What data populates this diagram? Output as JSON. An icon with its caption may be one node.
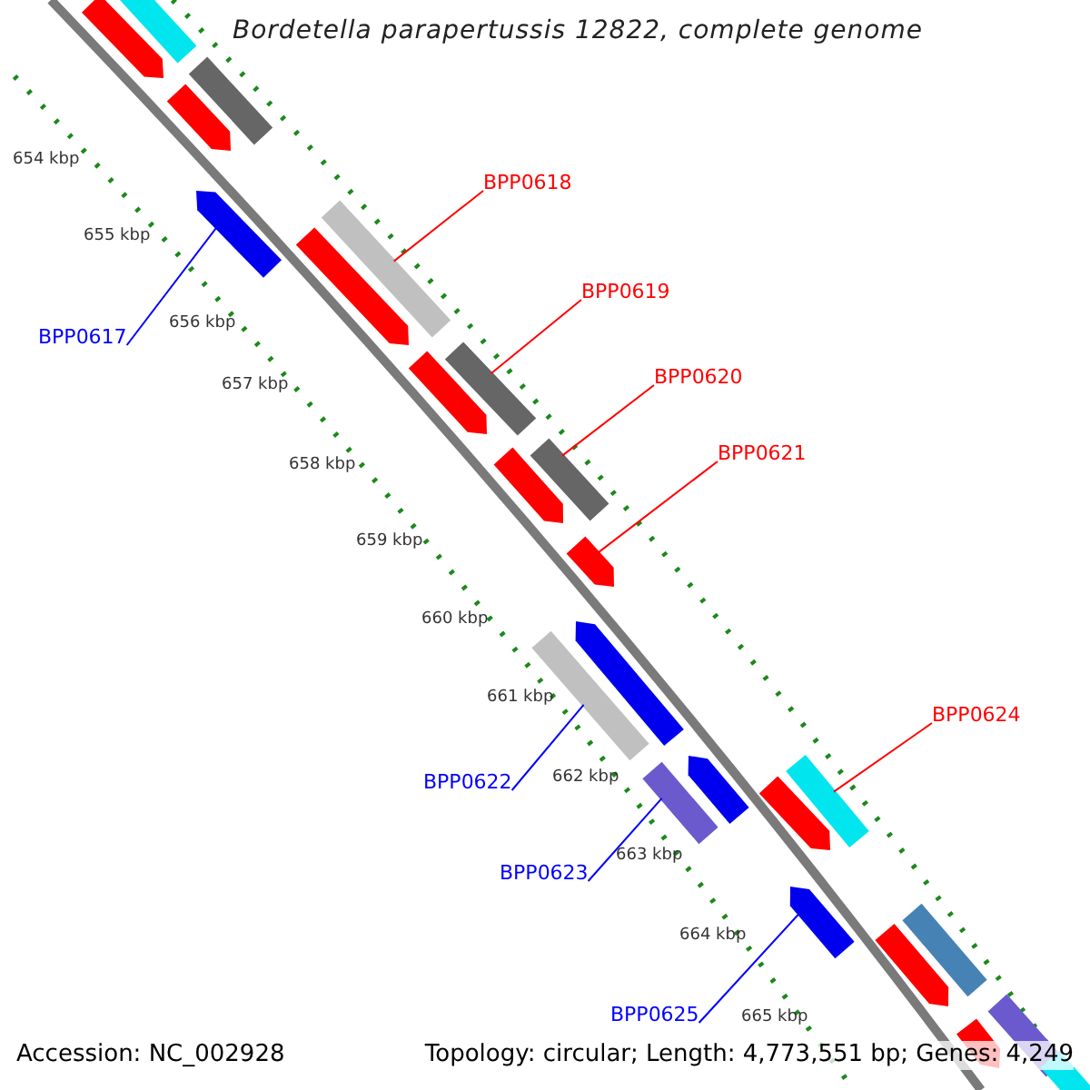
{
  "diagram": {
    "title": "Bordetella parapertussis 12822, complete genome",
    "nodes": [
      {
        "text": [
          "BPP0618"
        ]
      },
      {
        "text": [
          "BPP0619"
        ]
      },
      {
        "text": [
          "BPP0617"
        ]
      },
      {
        "text": [
          "BPP0620"
        ]
      },
      {
        "text": [
          "BPP0621"
        ]
      },
      {
        "text": [
          "BPP0624"
        ]
      },
      {
        "text": [
          "BPP0622"
        ]
      },
      {
        "text": [
          "BPP0623"
        ]
      },
      {
        "text": [
          "BPP0625"
        ]
      },
      {
        "text": [],
        "shape": "bar"
      },
      {
        "text": [],
        "shape": "bar"
      },
      {
        "text": [],
        "shape": "bar"
      },
      {
        "text": [],
        "shape": "bar"
      },
      {
        "text": [],
        "shape": "bar"
      },
      {
        "text": [],
        "shape": "bar"
      },
      {
        "text": [],
        "shape": "bar"
      },
      {
        "text": [],
        "shape": "bar"
      },
      {
        "text": [],
        "shape": "bar"
      },
      {
        "text": [],
        "shape": "bar"
      },
      {
        "text": [],
        "shape": "bar"
      },
      {
        "text": [],
        "shape": "bar"
      },
      {
        "text": [],
        "shape": "bar"
      },
      {
        "text": [],
        "shape": "bar"
      },
      {
        "text": [],
        "shape": "bar"
      },
      {
        "text": [],
        "shape": "bar"
      },
      {
        "text": [],
        "shape": "bar"
      },
      {
        "text": [],
        "shape": "bar"
      },
      {
        "text": [],
        "shape": "bar"
      },
      {
        "text": [],
        "shape": "bar"
      },
      {
        "text": [],
        "shape": "bar"
      },
      {
        "text": [],
        "shape": "bar"
      },
      {
        "text": [],
        "shape": "bar"
      },
      {
        "text": [],
        "shape": "bar"
      }
    ],
    "edges": [
      {
        "from": 0,
        "to": 14,
        "arrow": "none"
      },
      {
        "from": 1,
        "to": 16,
        "arrow": "none"
      },
      {
        "from": 2,
        "to": 13,
        "arrow": "none",
        "color": "#0000ff"
      },
      {
        "from": 3,
        "to": 18,
        "arrow": "none"
      },
      {
        "from": 4,
        "to": 20,
        "arrow": "none"
      },
      {
        "from": 5,
        "to": 25,
        "arrow": "none"
      },
      {
        "from": 6,
        "to": 22,
        "arrow": "none",
        "color": "#0000ff"
      },
      {
        "from": 7,
        "to": 24,
        "arrow": "none",
        "color": "#0000ff"
      },
      {
        "from": 8,
        "to": 27,
        "arrow": "none",
        "color": "#0000ff"
      }
    ],
    "labels": [
      "654 kbp",
      "655 kbp",
      "656 kbp",
      "657 kbp",
      "658 kbp",
      "659 kbp",
      "660 kbp",
      "661 kbp",
      "662 kbp",
      "663 kbp",
      "664 kbp",
      "665 kbp",
      "Accession: NC_002928",
      "Topology: circular; Length: 4,773,551 bp; Genes: 4,249"
    ]
  }
}
